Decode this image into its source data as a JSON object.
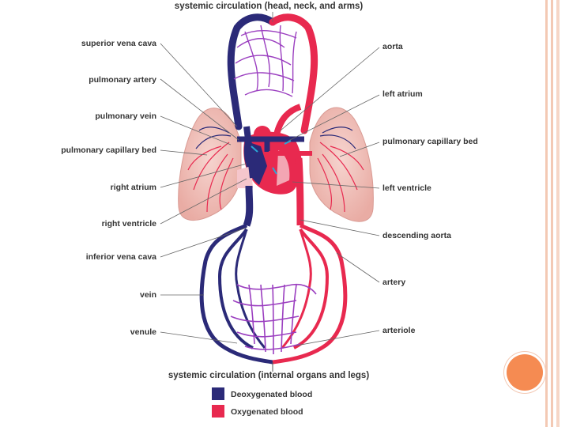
{
  "diagram": {
    "top_title": "systemic circulation (head, neck, and arms)",
    "bottom_title": "systemic circulation (internal organs and legs)",
    "left_labels": [
      "superior vena cava",
      "pulmonary artery",
      "pulmonary vein",
      "pulmonary capillary bed",
      "right atrium",
      "right ventricle",
      "inferior vena cava",
      "vein",
      "venule"
    ],
    "right_labels": [
      "aorta",
      "left atrium",
      "pulmonary capillary bed",
      "left ventricle",
      "descending aorta",
      "artery",
      "arteriole"
    ],
    "legend": {
      "deoxygenated": "Deoxygenated blood",
      "oxygenated": "Oxygenated blood"
    }
  },
  "colors": {
    "deoxygenated": "#2b2a78",
    "oxygenated": "#e8294f",
    "capillary": "#9b3fc0",
    "lung": "#f2c3bd",
    "accent_circle": "#f58b52",
    "slide_border": "#f3c9b4"
  }
}
